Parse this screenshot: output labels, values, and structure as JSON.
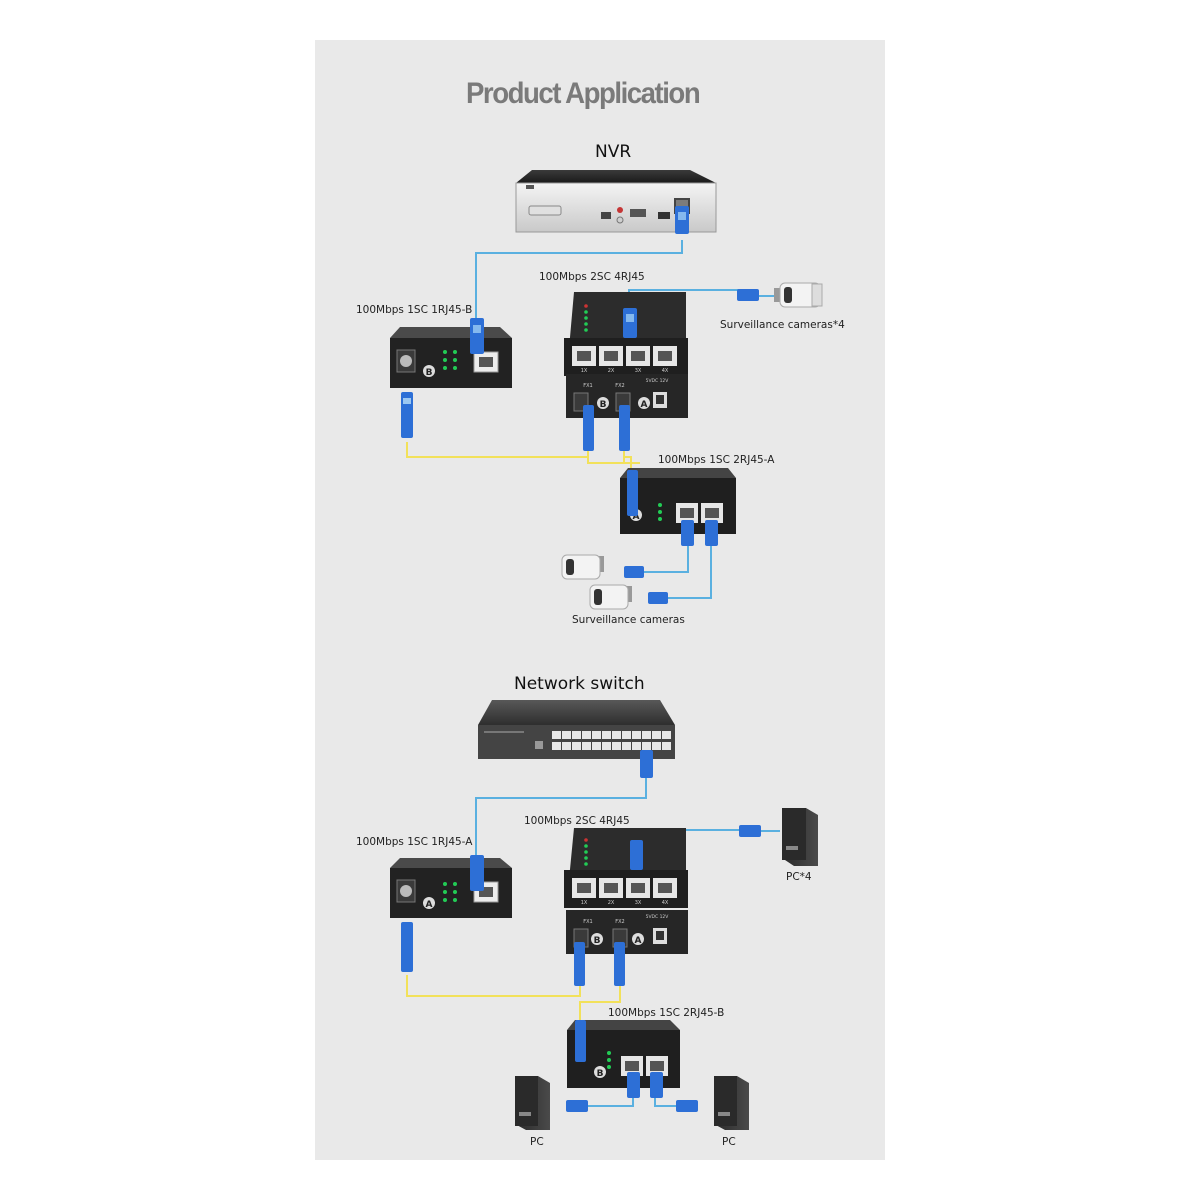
{
  "title": "Product Application",
  "top_section": {
    "head_device": "NVR",
    "converter_left": "100Mbps 1SC 1RJ45-B",
    "switch_center": "100Mbps 2SC 4RJ45",
    "cameras_right": "Surveillance cameras*4",
    "converter_bottom": "100Mbps 1SC 2RJ45-A",
    "cameras_bottom": "Surveillance cameras"
  },
  "bottom_section": {
    "head_device": "Network switch",
    "converter_left": "100Mbps 1SC 1RJ45-A",
    "switch_center": "100Mbps 2SC 4RJ45",
    "pcs_right": "PC*4",
    "converter_bottom": "100Mbps 1SC 2RJ45-B",
    "pc_left": "PC",
    "pc_right": "PC"
  },
  "device_markings": {
    "port_1x": "1X",
    "port_2x": "2X",
    "port_3x": "3X",
    "port_4x": "4X",
    "fx1": "FX1",
    "fx2": "FX2",
    "power": "5VDC 12V",
    "letter_a": "A",
    "letter_b": "B"
  },
  "colors": {
    "panel": "#e9e9e9",
    "device": "#2b2b2b",
    "copper_cable": "#5ab0e0",
    "fiber_cable": "#f2e15a",
    "connector": "#2d6fd6"
  }
}
